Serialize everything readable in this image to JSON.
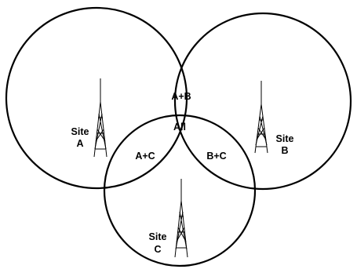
{
  "sites": [
    {
      "id": "A",
      "line1": "Site",
      "line2": "A"
    },
    {
      "id": "B",
      "line1": "Site",
      "line2": "B"
    },
    {
      "id": "C",
      "line1": "Site",
      "line2": "C"
    }
  ],
  "regions": {
    "ab": "A+B",
    "all": "All",
    "ac": "A+C",
    "bc": "B+C"
  },
  "colors": {
    "stroke": "#000000",
    "background": "#ffffff"
  },
  "icons": {
    "tower": "radio-tower-icon"
  }
}
